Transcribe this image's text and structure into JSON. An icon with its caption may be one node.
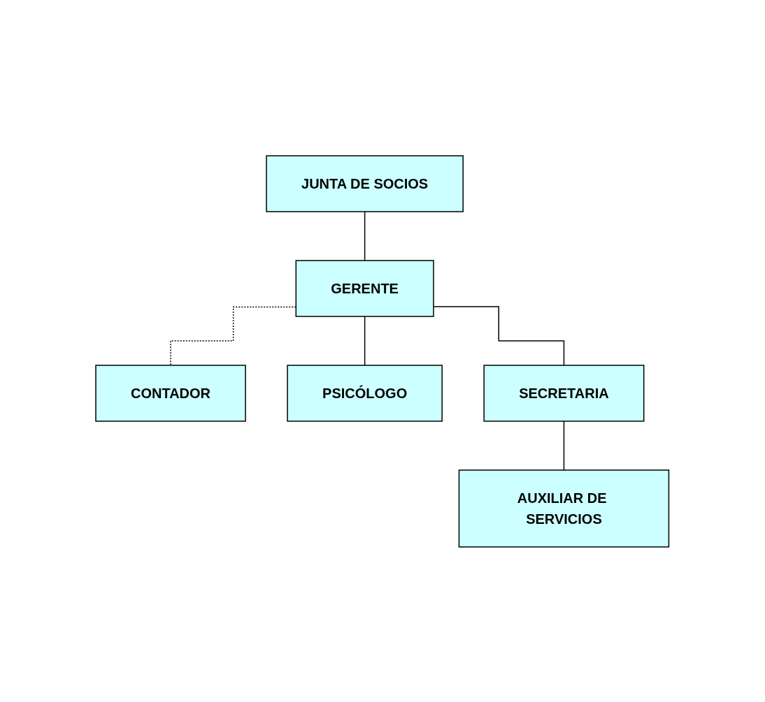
{
  "diagram": {
    "nodes": [
      {
        "text": [
          "JUNTA DE SOCIOS"
        ]
      },
      {
        "text": [
          "GERENTE"
        ]
      },
      {
        "text": [
          "CONTADOR"
        ]
      },
      {
        "text": [
          "PSICÓLOGO"
        ]
      },
      {
        "text": [
          "SECRETARIA"
        ]
      },
      {
        "text": [
          "AUXILIAR DE SERVICIOS"
        ]
      }
    ],
    "edges": [
      {
        "from": 0,
        "to": 1,
        "arrow": "none"
      },
      {
        "from": 1,
        "to": 2,
        "arrow": "none",
        "style": "dashed"
      },
      {
        "from": 1,
        "to": 3,
        "arrow": "none"
      },
      {
        "from": 1,
        "to": 4,
        "arrow": "none"
      },
      {
        "from": 4,
        "to": 5,
        "arrow": "none"
      }
    ]
  }
}
